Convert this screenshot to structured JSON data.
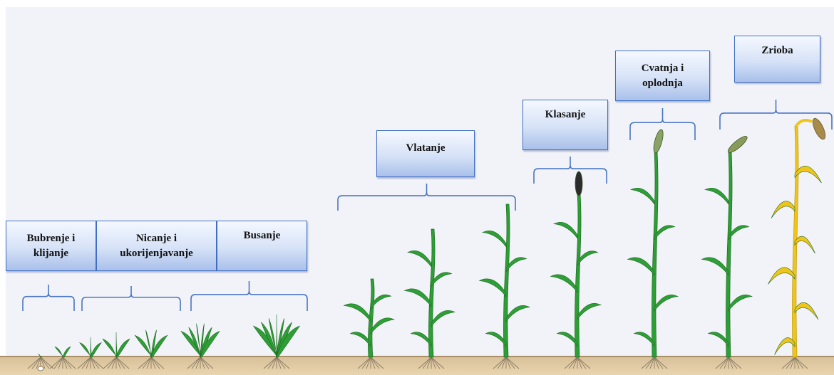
{
  "diagram": {
    "stages": [
      {
        "id": "bubrenje",
        "label": "Bubrenje i\nklijanje"
      },
      {
        "id": "nicanje",
        "label": "Nicanje i\nukorijenjavanje"
      },
      {
        "id": "busanje",
        "label": "Busanje"
      },
      {
        "id": "vlatanje",
        "label": "Vlatanje"
      },
      {
        "id": "klasanje",
        "label": "Klasanje"
      },
      {
        "id": "cvatnja",
        "label": "Cvatnja i\noplodnja"
      },
      {
        "id": "zrioba",
        "label": "Zrioba"
      }
    ],
    "colors": {
      "label_border": "#3f6fc4",
      "bracket": "#4a76c2",
      "plant_green": "#2e9e36",
      "plant_ripe": "#f0c51a",
      "soil": "#e2cca4"
    }
  }
}
